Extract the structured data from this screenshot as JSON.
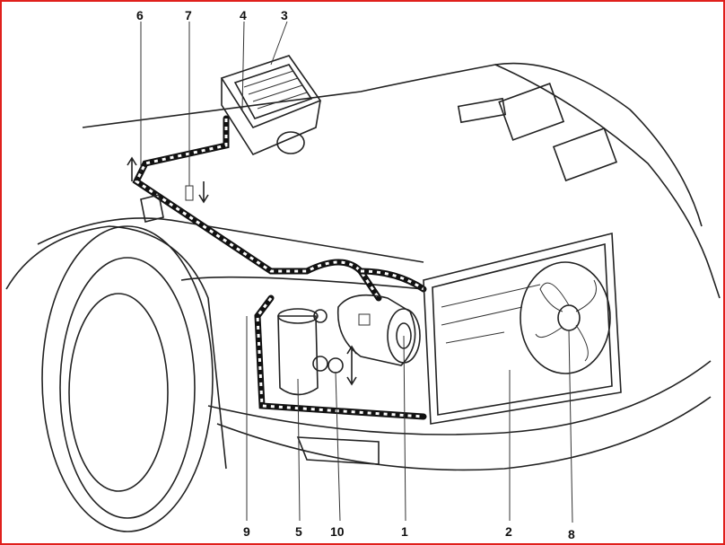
{
  "diagram": {
    "border_color": "#e0201c",
    "callouts": {
      "c6": "6",
      "c7": "7",
      "c4": "4",
      "c3": "3",
      "c9": "9",
      "c5": "5",
      "c10": "10",
      "c1": "1",
      "c2": "2",
      "c8": "8"
    }
  }
}
